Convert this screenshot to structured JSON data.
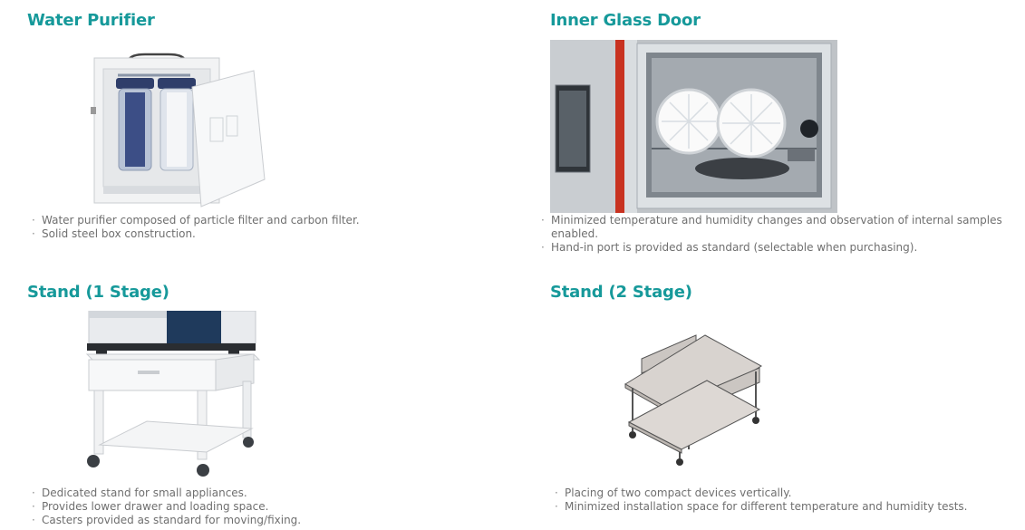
{
  "sections": [
    {
      "title": "Water Purifier",
      "bullets": [
        "Water purifier composed of particle filter and carbon filter.",
        "Solid steel box construction."
      ]
    },
    {
      "title": "Inner Glass Door",
      "bullets": [
        "Minimized temperature and humidity changes and observation of internal samples enabled.",
        "Hand-in port is provided as standard (selectable when purchasing)."
      ]
    },
    {
      "title": "Stand (1 Stage)",
      "bullets": [
        "Dedicated stand for small appliances.",
        "Provides lower drawer and loading space.",
        "Casters provided as standard for moving/fixing."
      ]
    },
    {
      "title": "Stand (2 Stage)",
      "bullets": [
        "Placing of two compact devices vertically.",
        "Minimized installation space for different temperature and humidity tests."
      ]
    }
  ],
  "colors": {
    "title": "#16999a",
    "text": "#6f6f6f",
    "door_red": "#c83220"
  }
}
